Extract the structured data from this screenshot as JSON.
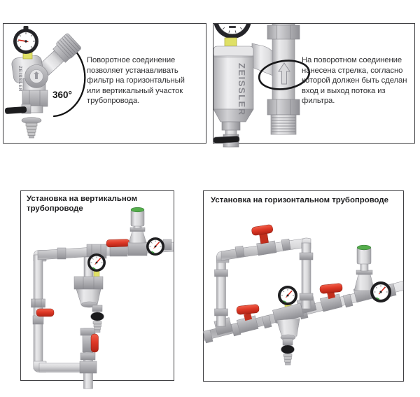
{
  "panel_rotary": {
    "text_lines": [
      "Поворотное соединение",
      "позволяет устанавливать",
      "фильтр на горизонтальный",
      "или вертикальный участок",
      "трубопровода."
    ],
    "rotation_label": "360°",
    "brand": "ZEISSLER"
  },
  "panel_flow": {
    "text_lines": [
      "На поворотном соединение",
      "нанесена стрелка, согласно",
      "которой должен быть сделан",
      "вход и выход потока из",
      "фильтра."
    ],
    "brand": "ZEISSLER"
  },
  "panel_vertical": {
    "title_lines": [
      "Установка на вертикальном",
      "трубопроводе"
    ]
  },
  "panel_horizontal": {
    "title": "Установка на горизонтальном трубопроводе"
  },
  "colors": {
    "pipe_gray": "#d6d6d8",
    "valve_red": "#e23b28",
    "cap_green": "#55ad4c",
    "gauge_rim": "#1e1e20",
    "needle_red": "#d32b1e",
    "stem_yellow": "#dfe066",
    "text": "#2f2f31",
    "border": "#3f3f42"
  }
}
